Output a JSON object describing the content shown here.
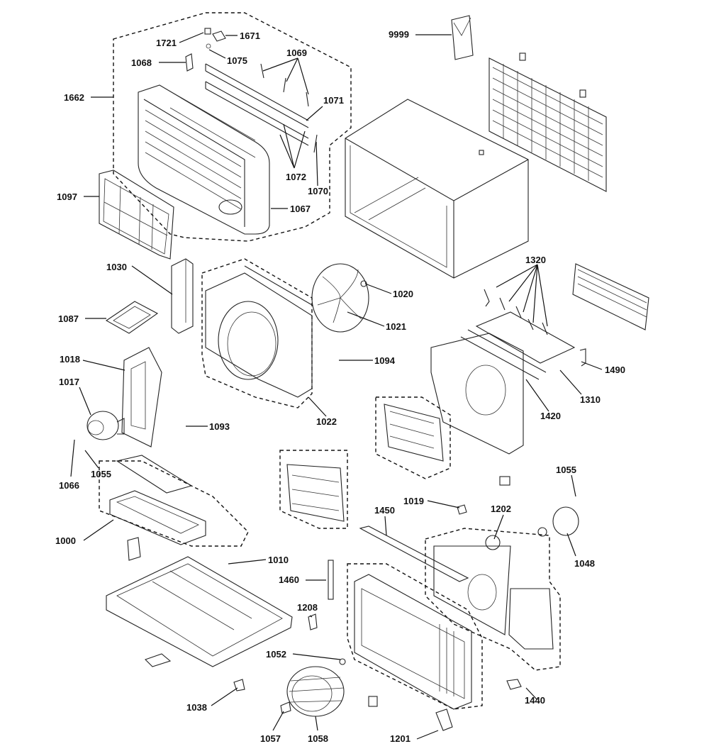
{
  "diagram": {
    "labels": {
      "l1721": "1721",
      "l1671": "1671",
      "l1075": "1075",
      "l1068": "1068",
      "l1069": "1069",
      "l9999": "9999",
      "l1662": "1662",
      "l1071": "1071",
      "l1072": "1072",
      "l1070": "1070",
      "l1067": "1067",
      "l1097": "1097",
      "l1030": "1030",
      "l1020": "1020",
      "l1087": "1087",
      "l1021": "1021",
      "l1320": "1320",
      "l1018": "1018",
      "l1094": "1094",
      "l1490": "1490",
      "l1017": "1017",
      "l1093": "1093",
      "l1022": "1022",
      "l1310": "1310",
      "l1420": "1420",
      "l1066": "1066",
      "l1055a": "1055",
      "l1055b": "1055",
      "l1019": "1019",
      "l1202": "1202",
      "l1450": "1450",
      "l1000": "1000",
      "l1048": "1048",
      "l1010": "1010",
      "l1460": "1460",
      "l1208": "1208",
      "l1052": "1052",
      "l1440": "1440",
      "l1038": "1038",
      "l1057": "1057",
      "l1058": "1058",
      "l1201": "1201"
    }
  }
}
